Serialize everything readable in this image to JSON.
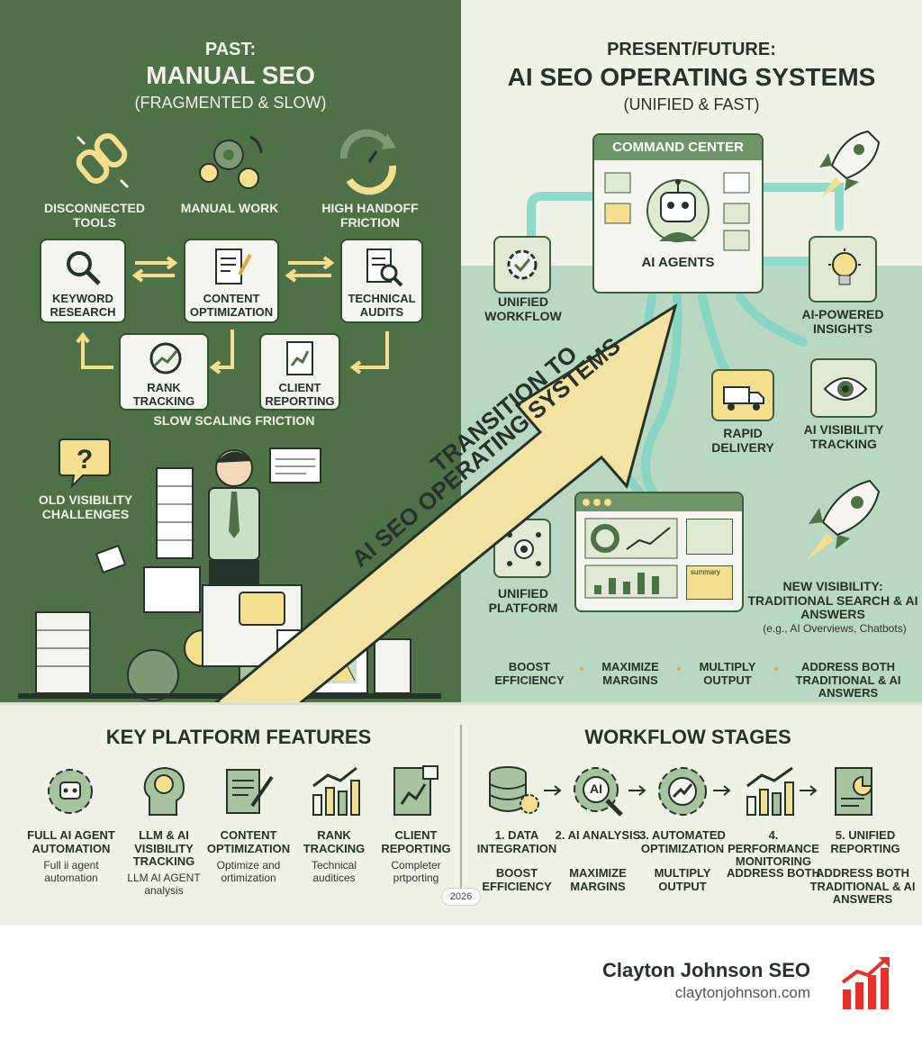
{
  "past": {
    "label": "PAST:",
    "title": "MANUAL SEO",
    "subtitle": "(FRAGMENTED & SLOW)",
    "issues": [
      "DISCONNECTED TOOLS",
      "MANUAL WORK",
      "HIGH HANDOFF FRICTION"
    ],
    "workflow": [
      "KEYWORD RESEARCH",
      "CONTENT OPTIMIZATION",
      "TECHNICAL AUDITS",
      "RANK TRACKING",
      "CLIENT REPORTING"
    ],
    "friction_label": "SLOW SCALING FRICTION",
    "visibility_label": "OLD VISIBILITY CHALLENGES"
  },
  "present": {
    "label": "PRESENT/FUTURE:",
    "title": "AI SEO OPERATING SYSTEMS",
    "subtitle": "(UNIFIED & FAST)",
    "command_center": "COMMAND CENTER",
    "ai_agents": "AI AGENTS",
    "unified_workflow": "UNIFIED WORKFLOW",
    "ai_insights": "AI-POWERED INSIGHTS",
    "rapid_delivery": "RAPID DELIVERY",
    "ai_visibility": "AI VISIBILITY TRACKING",
    "unified_platform": "UNIFIED PLATFORM",
    "dashboard_summary": "summary",
    "new_visibility": "NEW VISIBILITY: TRADITIONAL SEARCH & AI ANSWERS",
    "new_visibility_note": "(e.g., AI Overviews, Chatbots)",
    "benefits": [
      "BOOST EFFICIENCY",
      "MAXIMIZE MARGINS",
      "MULTIPLY OUTPUT",
      "ADDRESS BOTH TRADITIONAL & AI ANSWERS"
    ]
  },
  "transition": {
    "line1": "TRANSITION TO",
    "line2": "AI SEO OPERATING SYSTEMS"
  },
  "features": {
    "title": "KEY PLATFORM FEATURES",
    "items": [
      {
        "name": "FULL AI AGENT AUTOMATION",
        "desc": "Full ii agent automation"
      },
      {
        "name": "LLM & AI VISIBILITY TRACKING",
        "desc": "LLM AI AGENT analysis"
      },
      {
        "name": "CONTENT OPTIMIZATION",
        "desc": "Optimize and ortimization"
      },
      {
        "name": "RANK TRACKING",
        "desc": "Technical auditices"
      },
      {
        "name": "CLIENT REPORTING",
        "desc": "Completer prtporting"
      }
    ]
  },
  "stages": {
    "title": "WORKFLOW STAGES",
    "items": [
      {
        "name": "1. DATA INTEGRATION",
        "benefit": "BOOST EFFICIENCY"
      },
      {
        "name": "2. AI ANALYSIS",
        "benefit": "MAXIMIZE MARGINS"
      },
      {
        "name": "3. AUTOMATED OPTIMIZATION",
        "benefit": "MULTIPLY OUTPUT"
      },
      {
        "name": "4. PERFORMANCE MONITORING",
        "benefit": "ADDRESS BOTH"
      },
      {
        "name": "5. UNIFIED REPORTING",
        "benefit": "ADDRESS BOTH TRADITIONAL & AI ANSWERS"
      }
    ],
    "ai_icon_text": "AI"
  },
  "year": "2026",
  "brand": {
    "name": "Clayton Johnson SEO",
    "url": "claytonjohnson.com"
  },
  "colors": {
    "dark_green": "#4e7148",
    "mint": "#b8d8c4",
    "cream": "#eef2e7",
    "accent_yellow": "#f3df8d",
    "brand_red": "#e8302a"
  }
}
